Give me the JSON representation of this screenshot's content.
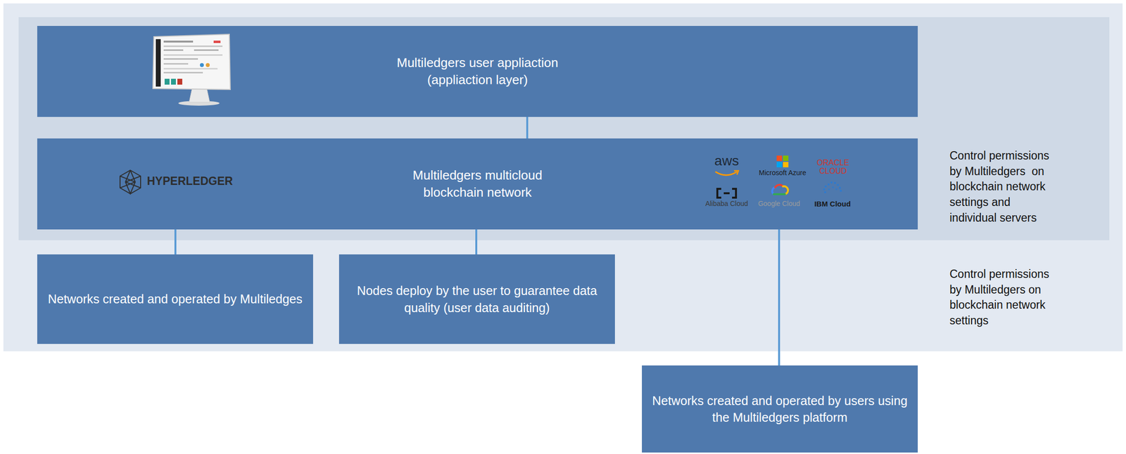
{
  "diagram": {
    "nodes": [
      {
        "text": [
          "Control permissions by Multiledgers on blockchain network settings"
        ]
      },
      {
        "text": [
          "Control permissions by Multiledgers  on blockchain network settings and individual servers"
        ],
        "in": 0
      },
      {
        "text": [
          "Multiledgers user appliaction (appliaction layer)"
        ],
        "in": 1
      },
      {
        "text": [
          "HYPERLEDGER",
          "Multiledgers multicloud blockchain network",
          "aws",
          "Microsoft Azure",
          "ORACLE CLOUD",
          "Alibaba Cloud",
          "Google Cloud",
          "IBM Cloud"
        ],
        "in": 1
      },
      {
        "text": [
          "Networks created and operated by Multiledges"
        ],
        "in": 0
      },
      {
        "text": [
          "Nodes deploy by the user to guarantee data quality (user data auditing)"
        ],
        "in": 0
      },
      {
        "text": [
          "Networks created and operated by users using the Multiledgers platform"
        ]
      }
    ],
    "edges": [
      {
        "from": 2,
        "to": 3,
        "arrow": "none"
      },
      {
        "from": 3,
        "to": 4,
        "arrow": "none"
      },
      {
        "from": 3,
        "to": 5,
        "arrow": "none"
      },
      {
        "from": 3,
        "to": 6,
        "arrow": "none"
      }
    ]
  }
}
